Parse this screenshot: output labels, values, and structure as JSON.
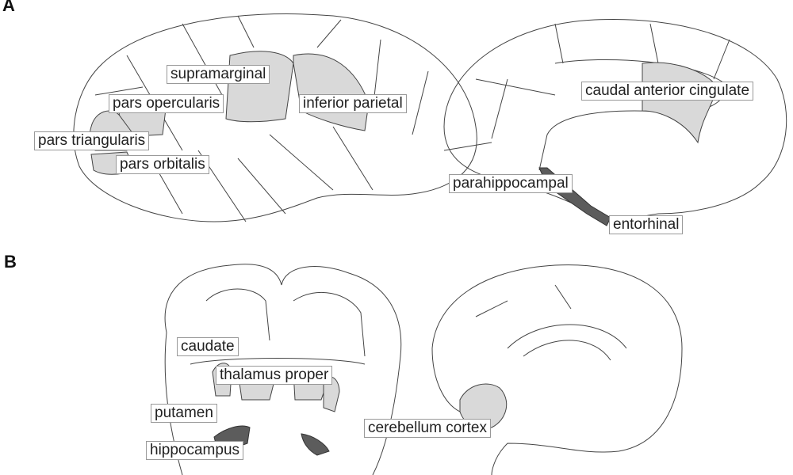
{
  "panels": {
    "a": "A",
    "b": "B"
  },
  "colors": {
    "highlight_light": "#d9d9d9",
    "highlight_dark": "#5c5c5c",
    "outline": "#444444"
  },
  "labels_a": {
    "supramarginal": "supramarginal",
    "pars_opercularis": "pars opercularis",
    "inferior_parietal": "inferior parietal",
    "pars_triangularis": "pars triangularis",
    "pars_orbitalis": "pars orbitalis",
    "caudal_anterior_cingulate": "caudal anterior cingulate",
    "parahippocampal": "parahippocampal",
    "entorhinal": "entorhinal"
  },
  "labels_b": {
    "caudate": "caudate",
    "thalamus_proper": "thalamus proper",
    "putamen": "putamen",
    "cerebellum_cortex": "cerebellum cortex",
    "hippocampus": "hippocampus"
  }
}
